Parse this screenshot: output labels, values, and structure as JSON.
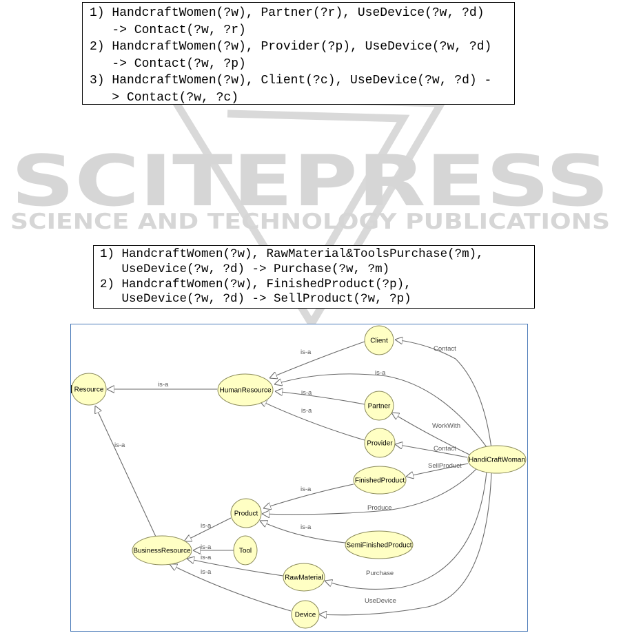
{
  "rules_contact": {
    "lines": [
      "1) HandcraftWomen(?w), Partner(?r), UseDevice(?w, ?d)",
      "   -> Contact(?w, ?r)",
      "2) HandcraftWomen(?w), Provider(?p), UseDevice(?w, ?d)",
      "   -> Contact(?w, ?p)",
      "3) HandcraftWomen(?w), Client(?c), UseDevice(?w, ?d) -",
      "   > Contact(?w, ?c)"
    ]
  },
  "watermark": {
    "title": "SCITEPRESS",
    "subtitle": "SCIENCE AND TECHNOLOGY PUBLICATIONS",
    "color": "#d6d6d6"
  },
  "rules_purchase": {
    "lines": [
      "1) HandcraftWomen(?w), RawMaterial&ToolsPurchase(?m),",
      "   UseDevice(?w, ?d) -> Purchase(?w, ?m)",
      "2) HandcraftWomen(?w), FinishedProduct(?p),",
      "   UseDevice(?w, ?d) -> SellProduct(?w, ?p)"
    ]
  },
  "ontology": {
    "nodes": {
      "resource": "Resource",
      "human_resource": "HumanResource",
      "client": "Client",
      "partner": "Partner",
      "provider": "Provider",
      "handicraft_woman": "HandiCraftWoman",
      "finished_product": "FinishedProduct",
      "product": "Product",
      "semi_finished_product": "SemiFinishedProduct",
      "business_resource": "BusinessResource",
      "tool": "Tool",
      "raw_material": "RawMaterial",
      "device": "Device"
    },
    "edge_labels": {
      "is_a": "is-a",
      "contact": "Contact",
      "work_with": "WorkWith",
      "sell_product": "SellProduct",
      "produce": "Produce",
      "purchase": "Purchase",
      "use_device": "UseDevice"
    },
    "colors": {
      "node_fill": "#ffffc4",
      "frame": "#4a7ab8"
    }
  }
}
